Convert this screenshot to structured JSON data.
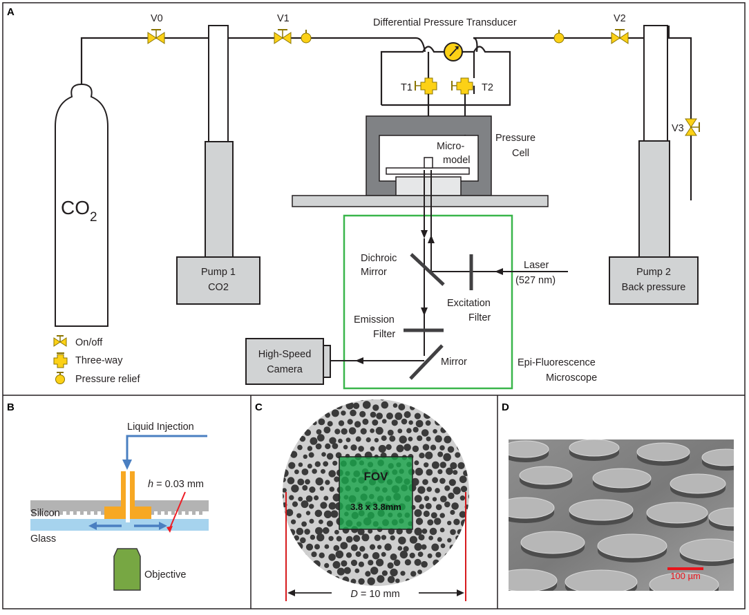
{
  "panels": {
    "a": "A",
    "b": "B",
    "c": "C",
    "d": "D"
  },
  "panel_a": {
    "valves": {
      "v0": "V0",
      "v1": "V1",
      "v2": "V2",
      "v3": "V3"
    },
    "transducer_label": "Differential Pressure Transducer",
    "tees": {
      "t1": "T1",
      "t2": "T2"
    },
    "co2_cylinder": {
      "main": "CO",
      "sub": "2"
    },
    "pump1": {
      "line1": "Pump 1",
      "line2": "CO2"
    },
    "pump2": {
      "line1": "Pump 2",
      "line2": "Back pressure"
    },
    "pressure_cell": {
      "line1": "Pressure",
      "line2": "Cell"
    },
    "micromodel": {
      "line1": "Micro-",
      "line2": "model"
    },
    "dichroic": {
      "line1": "Dichroic",
      "line2": "Mirror"
    },
    "laser": {
      "line1": "Laser",
      "line2": "(527 nm)"
    },
    "excitation": {
      "line1": "Excitation",
      "line2": "Filter"
    },
    "emission": {
      "line1": "Emission",
      "line2": "Filter"
    },
    "mirror": "Mirror",
    "camera": {
      "line1": "High-Speed",
      "line2": "Camera"
    },
    "microscope": {
      "line1": "Epi-Fluorescence",
      "line2": "Microscope"
    },
    "legend": {
      "onoff": "On/off",
      "threeway": "Three-way",
      "relief": "Pressure relief"
    },
    "colors": {
      "valve": "#fcd116",
      "microscope_box": "#39b54a",
      "cell_dark": "#808285",
      "grey": "#d1d3d4"
    }
  },
  "panel_b": {
    "injection": "Liquid Injection",
    "h_var": "h",
    "h_value": " = 0.03 mm",
    "silicon": "Silicon",
    "glass": "Glass",
    "objective": "Objective",
    "colors": {
      "chip": "#f7a823",
      "arrow": "#4a7fc1",
      "glass": "#a6d3ee",
      "silicon": "#b3b3b3",
      "objective": "#77a743",
      "pointer": "#ed1c24"
    }
  },
  "panel_c": {
    "fov": "FOV",
    "fov_size": "3.8 x 3.8mm",
    "d_var": "D",
    "d_value": " = 10 mm",
    "colors": {
      "fov": "#1aa34a",
      "grain": "#3a3a3a",
      "guide": "#d7191c"
    }
  },
  "panel_d": {
    "scale_bar": "100 µm",
    "colors": {
      "scale": "#e8141b"
    }
  }
}
